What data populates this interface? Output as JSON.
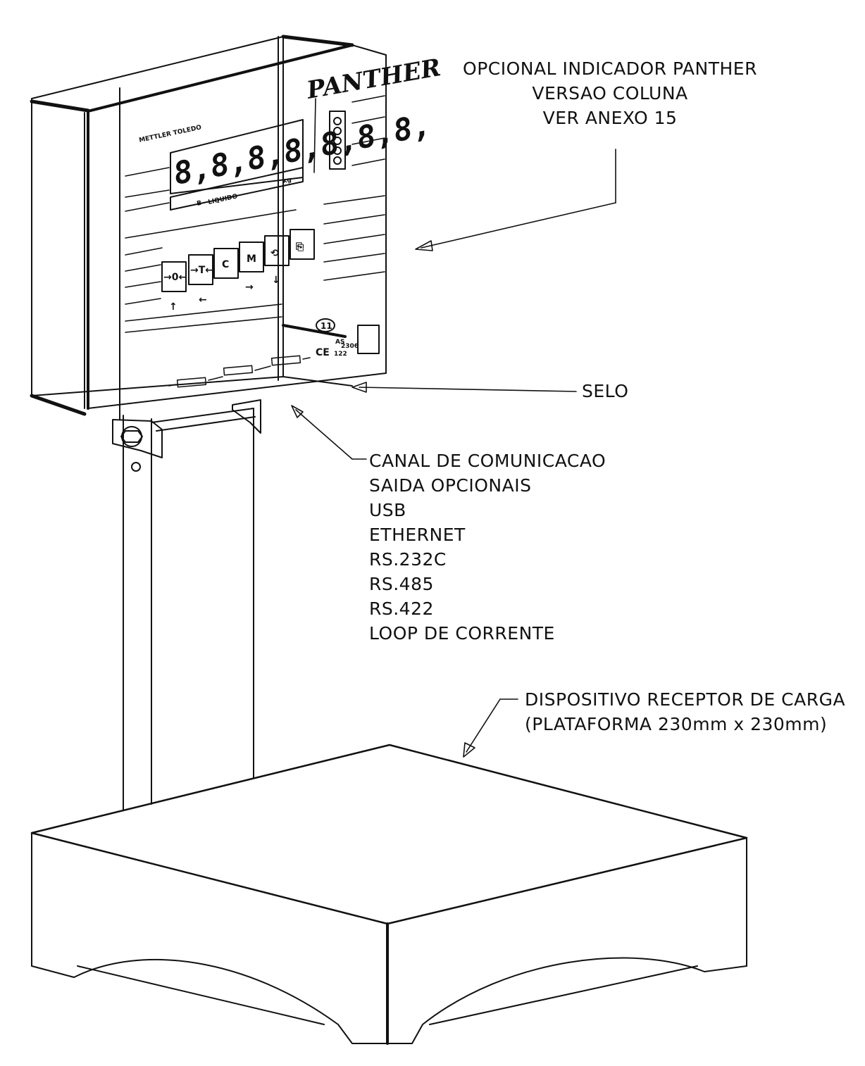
{
  "indicator": {
    "brand": "PANTHER",
    "maker": "METTLER TOLEDO",
    "display_digits": "8,8,8,8,8,8,8,",
    "status_label": "LIQUIDO",
    "unit": "kg",
    "zero_marker": "B",
    "keys": [
      "→0←",
      "→T←",
      "C",
      "M"
    ],
    "key_arrows": [
      "↑",
      "←",
      "→",
      "↓"
    ],
    "sheet_ref": "11",
    "ce_mark": "CE",
    "cert_small_top": "AS",
    "cert_small_mid": "2306",
    "cert_small_bot": "122"
  },
  "annotations": {
    "indicator_note": [
      "OPCIONAL INDICADOR PANTHER",
      "VERSAO COLUNA",
      "VER ANEXO 15"
    ],
    "seal": "SELO",
    "comm_channel": [
      "CANAL DE COMUNICACAO",
      "SAIDA OPCIONAIS",
      "USB",
      "ETHERNET",
      "RS.232C",
      "RS.485",
      "RS.422",
      "LOOP DE CORRENTE"
    ],
    "platform": [
      "DISPOSITIVO RECEPTOR DE CARGA",
      "(PLATAFORMA 230mm x 230mm)"
    ]
  }
}
